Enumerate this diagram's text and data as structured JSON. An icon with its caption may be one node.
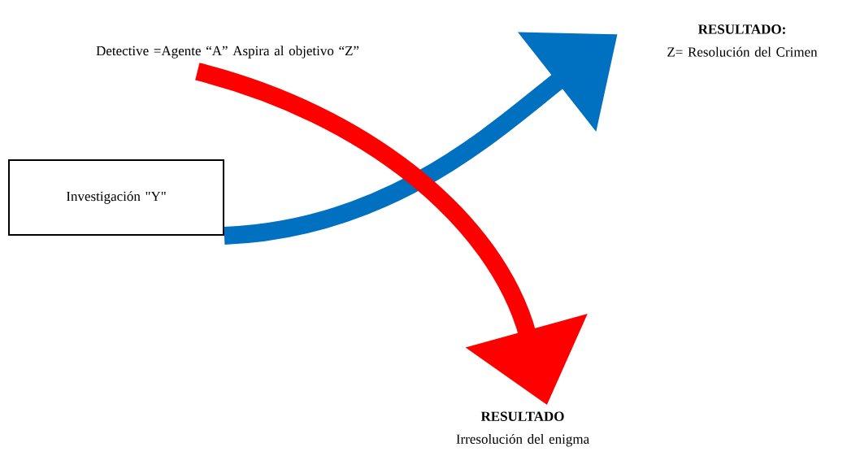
{
  "diagram": {
    "nodes": [
      {
        "text": [
          "Investigación \"Y\""
        ]
      },
      {
        "text": [
          "Detective =Agente “A” Aspira al objetivo “Z”"
        ]
      },
      {
        "text": [
          "RESULTADO:",
          "Z= Resolución del Crimen"
        ]
      },
      {
        "text": [
          "RESULTADO",
          "Irresolución del enigma"
        ]
      }
    ],
    "edges": [
      {
        "from": 0,
        "to": 2,
        "arrow": "to",
        "color": "#0070c0"
      },
      {
        "from": 1,
        "to": 3,
        "arrow": "to",
        "color": "#ff0000"
      }
    ]
  }
}
